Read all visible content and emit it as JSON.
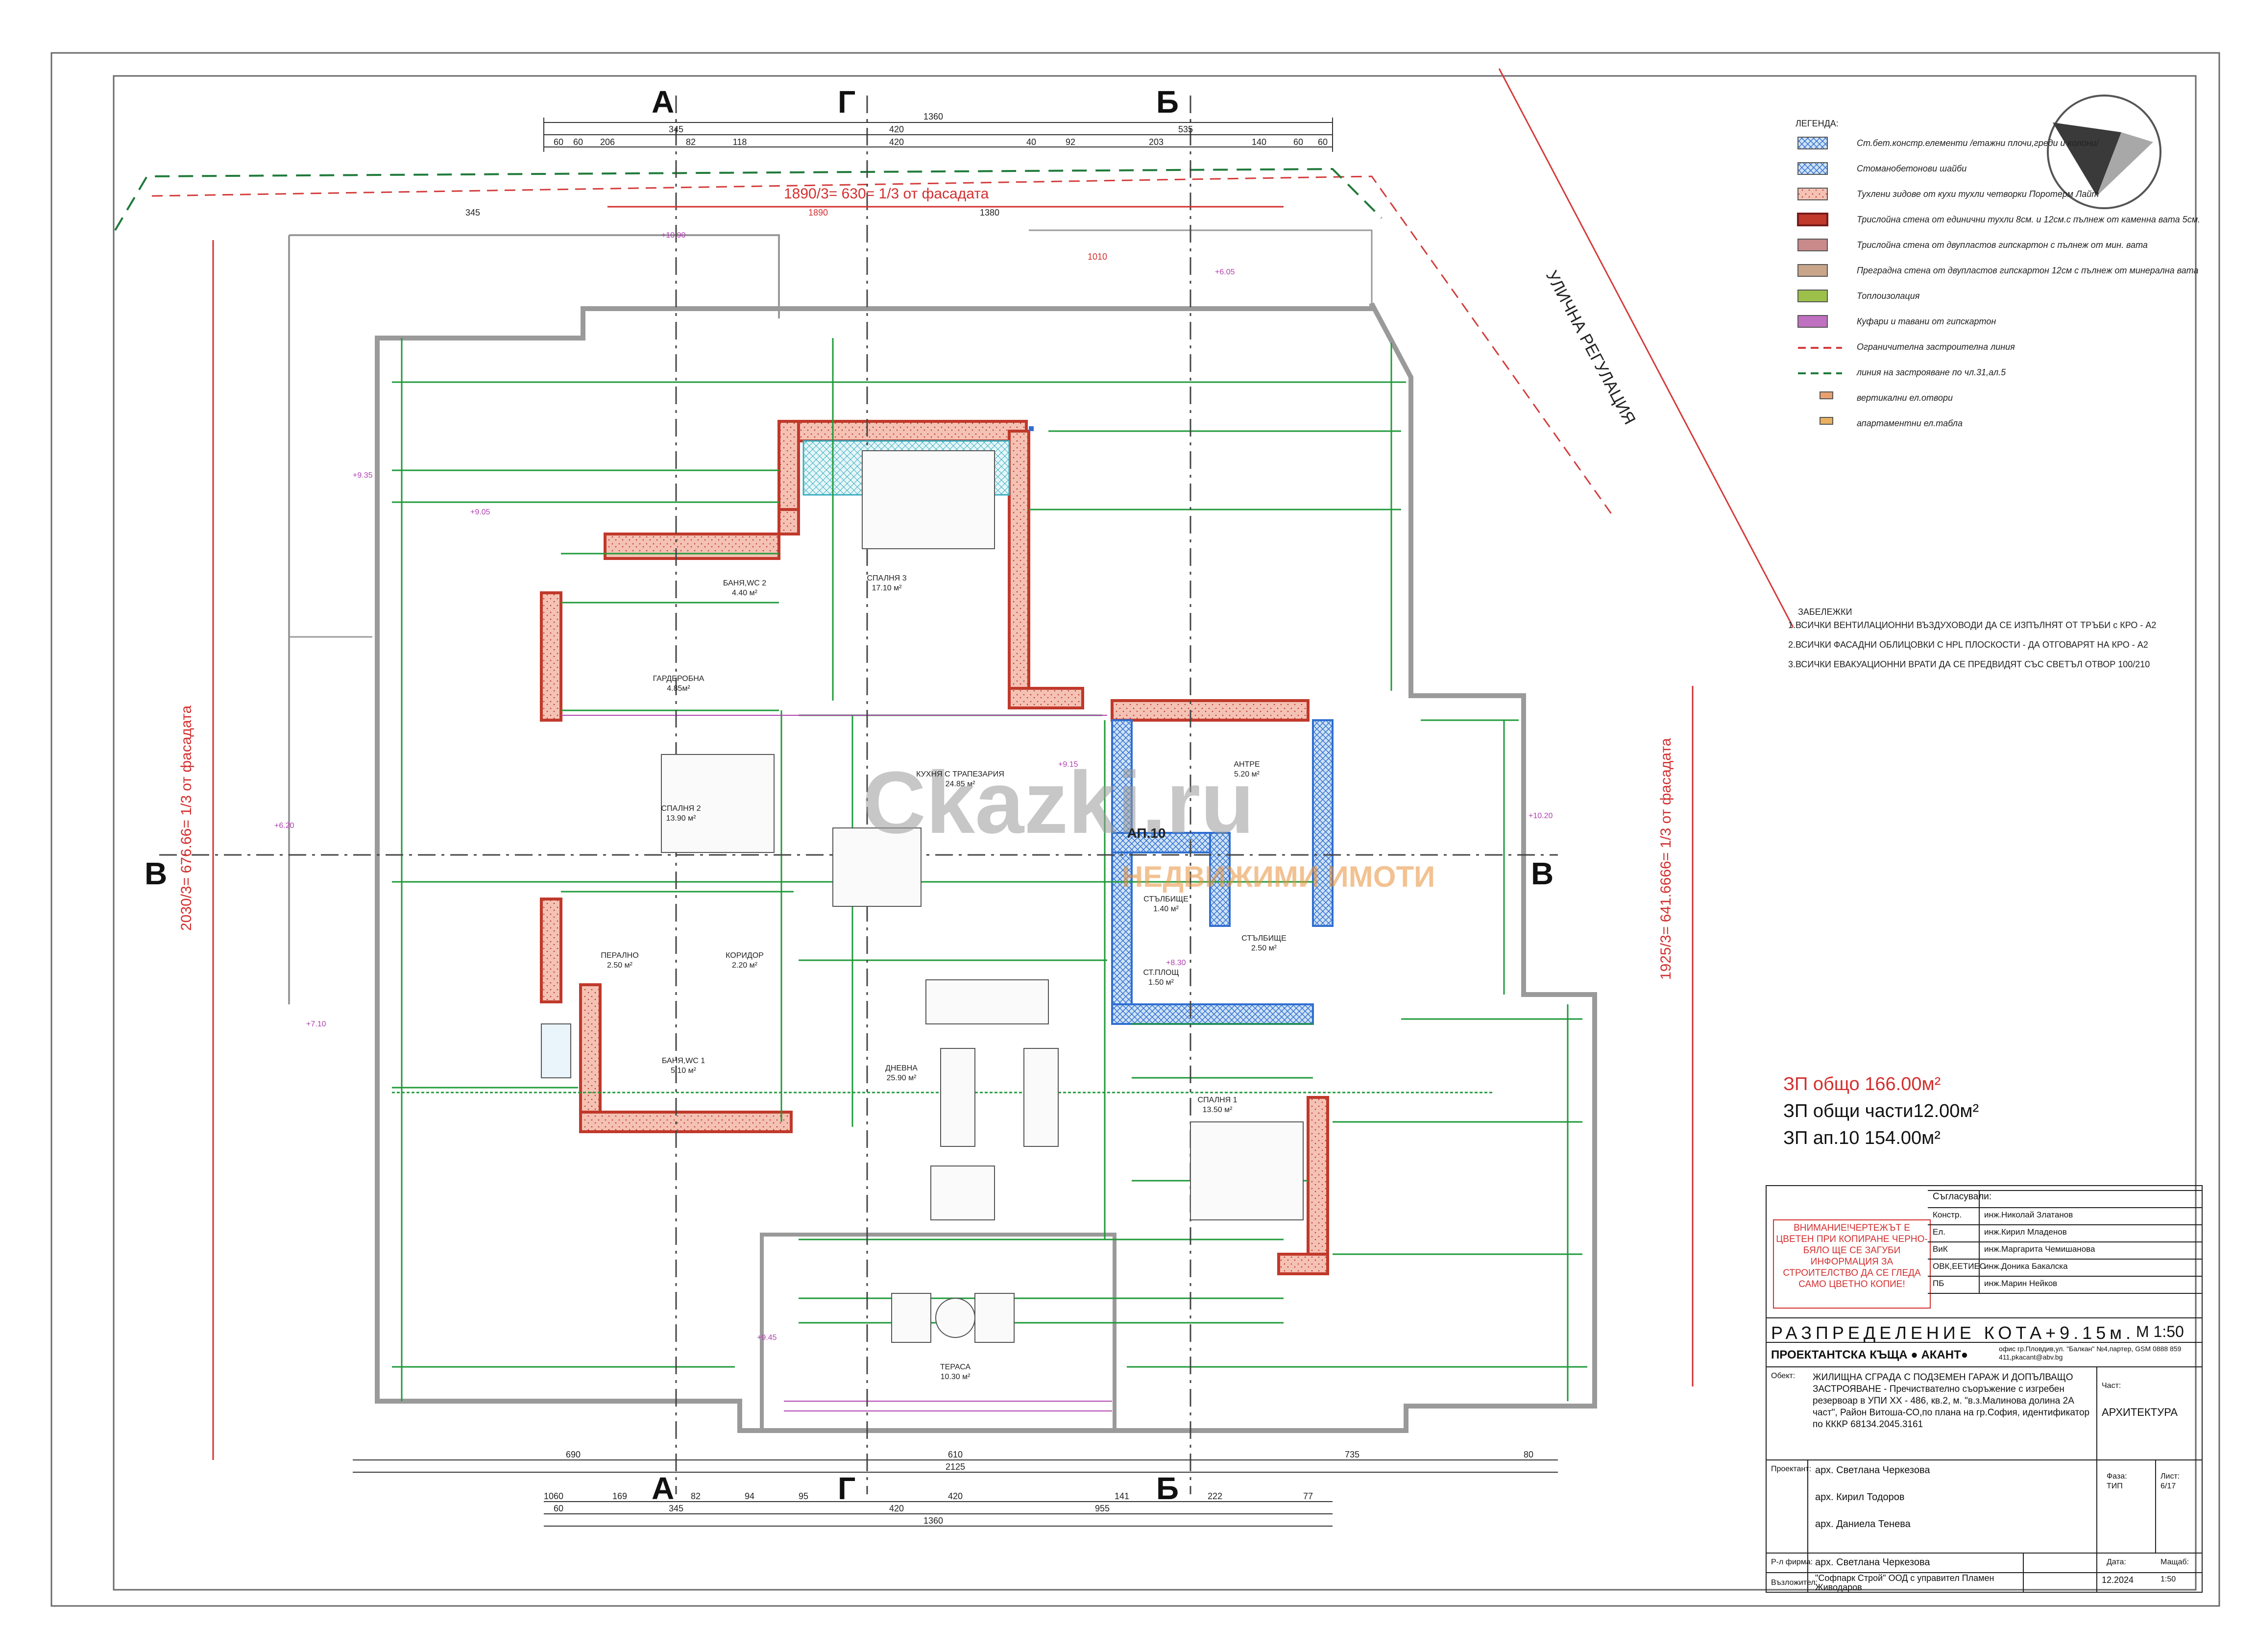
{
  "section_marks": {
    "a": "А",
    "g": "Г",
    "b": "Б",
    "v": "В"
  },
  "dims_top": {
    "row1": [
      "1360"
    ],
    "row2": [
      "345",
      "420",
      "535"
    ],
    "row3": [
      "60",
      "60",
      "206",
      "82",
      "118",
      "420",
      "40",
      "92",
      "203",
      "140",
      "60",
      "60"
    ]
  },
  "dims_bottom": {
    "row1": [
      "690",
      "610",
      "735",
      "80"
    ],
    "row2": [
      "2125"
    ],
    "row3": [
      "10",
      "60",
      "169",
      "82",
      "94",
      "95",
      "420",
      "141",
      "222",
      "77"
    ],
    "row4": [
      "60",
      "345",
      "420",
      "955"
    ],
    "row5": [
      "1360"
    ]
  },
  "facade_notes": {
    "top": "1890/3= 630= 1/3 от фасадата",
    "left": "2030/3= 676.66= 1/3 от фасадата",
    "right": "1925/3= 641.6666= 1/3 от фасадата",
    "top_sub": [
      "1890",
      "345",
      "1380",
      "1010"
    ]
  },
  "street_regulation": "УЛИЧНА РЕГУЛАЦИЯ",
  "rooms": [
    {
      "name": "БАНЯ,WC 2",
      "area": "4.40 м²"
    },
    {
      "name": "СПАЛНЯ 3",
      "area": "17.10 м²"
    },
    {
      "name": "ГАРДЕРОБНА",
      "area": "4.85м²"
    },
    {
      "name": "СПАЛНЯ 2",
      "area": "13.90 м²"
    },
    {
      "name": "КУХНЯ С ТРАПЕЗАРИЯ",
      "area": "24.85 м²"
    },
    {
      "name": "АНТРЕ",
      "area": "5.20 м²"
    },
    {
      "name": "АП.10",
      "area": ""
    },
    {
      "name": "СТЪЛБИЩЕ",
      "area": "1.40 м²"
    },
    {
      "name": "СТЪЛБИЩЕ",
      "area": "2.50 м²"
    },
    {
      "name": "ПЕРАЛНО",
      "area": "2.50 м²"
    },
    {
      "name": "КОРИДОР",
      "area": "2.20 м²"
    },
    {
      "name": "СТ.ПЛОЩ",
      "area": "1.50 м²"
    },
    {
      "name": "БАНЯ,WC 1",
      "area": "5.10 м²"
    },
    {
      "name": "ДНЕВНА",
      "area": "25.90 м²"
    },
    {
      "name": "СПАЛНЯ 1",
      "area": "13.50 м²"
    },
    {
      "name": "ТЕРАСА",
      "area": "10.30 м²"
    }
  ],
  "levels": [
    "+9.05",
    "+9.35",
    "+9.15",
    "+6.20",
    "+7.10",
    "+6.05",
    "+10.20",
    "+10.90",
    "+9.45",
    "+8.30"
  ],
  "legend": {
    "title": "ЛЕГЕНДА:",
    "items": [
      {
        "label": "Ст.бет.констр.елементи /етажни плочи,греди и колони/",
        "color": "#8fb8e0",
        "kind": "hatch-blue"
      },
      {
        "label": "Стоманобетонови шайби",
        "color": "#4a90d9",
        "kind": "cross-blue"
      },
      {
        "label": "Тухлени зидове от кухи тухли четворки Поротерм Лайт",
        "color": "#f2b8a8",
        "kind": "brick"
      },
      {
        "label": "Трислойна стена от единични тухли 8см. и 12см.с пълнеж от каменна вата 5см.",
        "color": "#c0392b",
        "kind": "triple"
      },
      {
        "label": "Трислойна стена от двупластов гипскартон с пълнеж от мин. вата",
        "color": "#c98a8a",
        "kind": "gypsum"
      },
      {
        "label": "Преградна стена от двупластов гипскартон 12см с пълнеж от минерална вата",
        "color": "#c9a68a",
        "kind": "partition"
      },
      {
        "label": "Топлоизолация",
        "color": "#9cc04a",
        "kind": "insulation"
      },
      {
        "label": "Куфари и тавани от гипскартон",
        "color": "#c070c0",
        "kind": "ceiling"
      },
      {
        "label": "Ограничителна застроителна линия",
        "color": "#d43b3b",
        "kind": "dash-red"
      },
      {
        "label": "линия на застрояване по чл.31,ал.5",
        "color": "#1f7a3a",
        "kind": "dash-green"
      },
      {
        "label": "вертикални ел.отвори",
        "color": "#e8a070",
        "kind": "small-box"
      },
      {
        "label": "апартаментни ел.табла",
        "color": "#e8b060",
        "kind": "small-slash"
      }
    ]
  },
  "notes": {
    "title": "ЗАБЕЛЕЖКИ",
    "items": [
      "1.ВСИЧКИ ВЕНТИЛАЦИОННИ ВЪЗДУХОВОДИ ДА СЕ ИЗПЪЛНЯТ ОТ ТРЪБИ с КРО - А2",
      "2.ВСИЧКИ ФАСАДНИ ОБЛИЦОВКИ С HPL ПЛОСКОСТИ - ДА ОТГОВАРЯТ НА КРО - А2",
      "3.ВСИЧКИ ЕВАКУАЦИОННИ ВРАТИ ДА СЕ ПРЕДВИДЯТ СЪС СВЕТЪЛ ОТВОР 100/210"
    ]
  },
  "areas": {
    "total": "ЗП общо 166.00м²",
    "common": "ЗП общи части12.00м²",
    "apt": "ЗП ап.10 154.00м²"
  },
  "warning": "ВНИМАНИЕ!ЧЕРТЕЖЪТ Е ЦВЕТЕН ПРИ КОПИРАНЕ ЧЕРНО-БЯЛО ЩЕ СЕ ЗАГУБИ ИНФОРМАЦИЯ ЗА СТРОИТЕЛСТВО ДА СЕ ГЛЕДА САМО ЦВЕТНО КОПИЕ!",
  "approvals": {
    "title": "Съгласували:",
    "rows": [
      {
        "role": "Констр.",
        "name": "инж.Николай Златанов"
      },
      {
        "role": "Ел.",
        "name": "инж.Кирил Младенов"
      },
      {
        "role": "ВиК",
        "name": "инж.Маргарита Чемишанова"
      },
      {
        "role": "ОВК,ЕЕТИЕС",
        "name": "инж.Доника Бакалска"
      },
      {
        "role": "ПБ",
        "name": "инж.Марин Нейков"
      }
    ]
  },
  "title_block": {
    "sheet_title": "РАЗПРЕДЕЛЕНИЕ КОТА+9.15м.",
    "scale": "М 1:50",
    "studio": "ПРОЕКТАНТСКА КЪЩА ● АКАНТ●",
    "studio_address": "офис гр.Пловдив,ул. \"Балкан\" №4,партер, GSM 0888 859 411,pkacant@abv.bg",
    "object_label": "Обект:",
    "object_text": "ЖИЛИЩНА СГРАДА С ПОДЗЕМЕН ГАРАЖ И ДОПЪЛВАЩО ЗАСТРОЯВАНЕ - Пречиствателно съоръжение с изгребен резервоар в УПИ XX - 486, кв.2, м. \"в.з.Малинова долина 2А част\", Район Витоша-СО,по плана на гр.София, идентификатор по КККР 68134.2045.3161",
    "part_label": "Част:",
    "part_value": "АРХИТЕКТУРА",
    "designer_label": "Проектант:",
    "designers": [
      "арх. Светлана Черкезова",
      "арх. Кирил Тодоров",
      "арх. Даниела Тенева"
    ],
    "phase_label": "Фаза:",
    "phase_value": "ТИП",
    "sheet_label": "Лист:",
    "sheet_value": "6/17",
    "firm_label": "Р-л фирма:",
    "firm_value": "арх. Светлана Черкезова",
    "date_label": "Дата:",
    "date_value": "12.2024",
    "client_label": "Възложител:",
    "client_value": "\"Софпарк Строй\" ООД с управител Пламен Живодаров",
    "scale_label": "Мащаб:",
    "scale_value": "1:50"
  },
  "watermark": {
    "main": "Ckazki.ru",
    "sub": "НЕДВИЖИМИ ИМОТИ"
  },
  "colors": {
    "green": "#1f9a3a",
    "red": "#d32f2f",
    "blue": "#2f6fd0",
    "wall_red": "#c0392b",
    "brick_fill": "#f4c2b4",
    "magenta": "#b040b0"
  }
}
